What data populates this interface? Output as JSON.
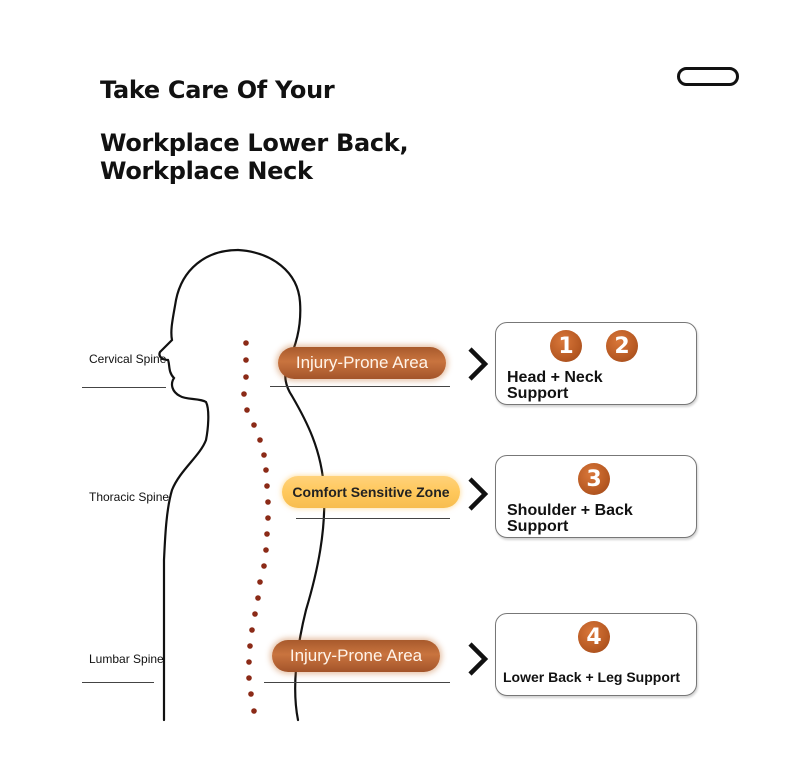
{
  "title": {
    "line1": "Take Care Of Your",
    "line2": "Workplace Lower Back,",
    "line3": "Workplace Neck"
  },
  "icons": {
    "top_right": "pill-outline-icon"
  },
  "spine_labels": [
    "Cervical Spine",
    "Thoracic Spine",
    "Lumbar Spine"
  ],
  "zones": [
    {
      "label": "Injury-Prone Area",
      "kind": "injury"
    },
    {
      "label": "Comfort Sensitive Zone",
      "kind": "comfort"
    },
    {
      "label": "Injury-Prone Area",
      "kind": "injury"
    }
  ],
  "cards": [
    {
      "numbers": [
        "1",
        "2"
      ],
      "line1": "Head + Neck",
      "line2": "Support"
    },
    {
      "numbers": [
        "3"
      ],
      "line1": "Shoulder + Back",
      "line2": "Support"
    },
    {
      "numbers": [
        "4"
      ],
      "line1": "Lower Back + Leg Support"
    }
  ],
  "colors": {
    "injury": "#b8622f",
    "comfort": "#ffc85c",
    "dots": "#8b2a17",
    "number": "#b85a23"
  }
}
